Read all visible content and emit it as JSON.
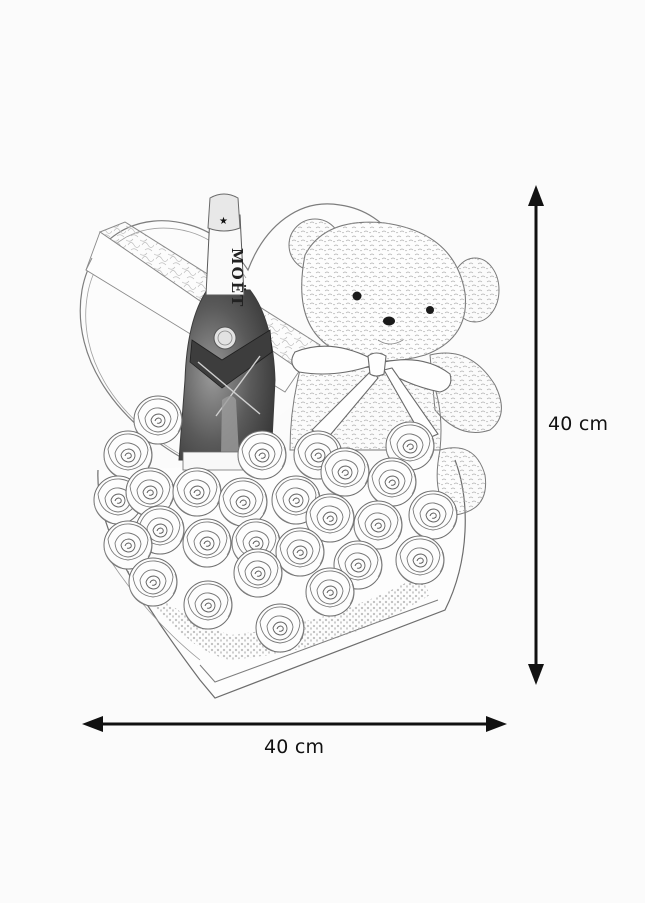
{
  "illustration": {
    "subject": "Heart-shaped gift box with roses, champagne bottle and teddy bear",
    "style": "pencil sketch",
    "bottle_label": "MOËT",
    "items": [
      {
        "name": "heart-box"
      },
      {
        "name": "champagne-bottle"
      },
      {
        "name": "teddy-bear"
      },
      {
        "name": "roses"
      },
      {
        "name": "gypsophila"
      }
    ]
  },
  "dimensions": {
    "height": {
      "label": "40 cm",
      "value": 40,
      "unit": "cm"
    },
    "width": {
      "label": "40 cm",
      "value": 40,
      "unit": "cm"
    }
  },
  "colors": {
    "background": "#fbfbfb",
    "sketch_line": "#6b6b6b",
    "arrow": "#111111"
  }
}
